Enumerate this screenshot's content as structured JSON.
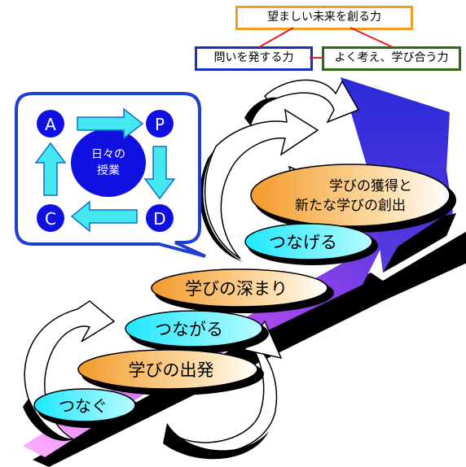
{
  "top_goal": "望ましい未来を創る力",
  "left_goal": "問いを発する力",
  "right_goal": "よく考え、学び合う力",
  "cycle": {
    "center": "日々の\n授業",
    "nodes": [
      "A",
      "P",
      "D",
      "C"
    ]
  },
  "steps": {
    "connect1": "つなぐ",
    "start": "学びの出発",
    "connect2": "つながる",
    "deepen": "学びの深まり",
    "connect3": "つなげる",
    "acquire": "学びの獲得と\n新たな学びの創出"
  },
  "colors": {
    "top_border": "#f0a020",
    "left_border": "#1a2fc0",
    "right_border": "#2e6b10",
    "connector": "#e02020",
    "bubble_border": "#1f3fd0",
    "node_fill": "#1010e0",
    "cycle_arrow": "#44e8f0",
    "cyan_oval": "#2af0ff",
    "orange_oval": "#f7a033",
    "ribbon": "#3a2ad8"
  }
}
